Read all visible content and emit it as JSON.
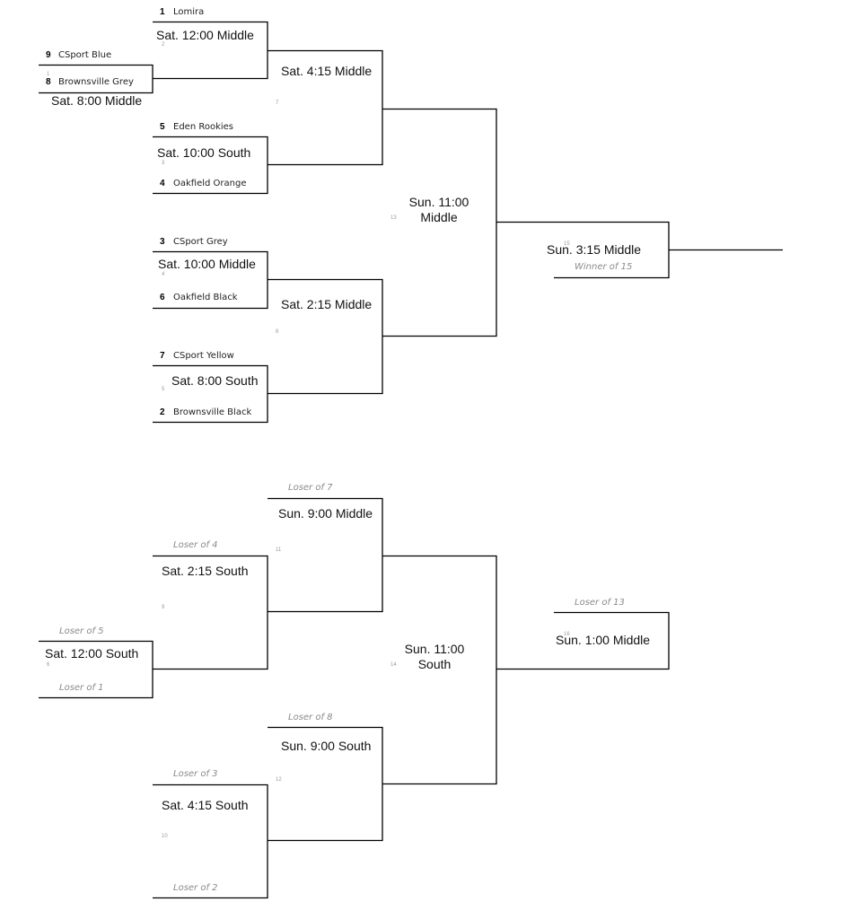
{
  "winners_bracket": {
    "teams": [
      {
        "seed": "1",
        "name": "Lomira"
      },
      {
        "seed": "9",
        "name": "CSport Blue"
      },
      {
        "seed": "8",
        "name": "Brownsville Grey"
      },
      {
        "seed": "5",
        "name": "Eden Rookies"
      },
      {
        "seed": "4",
        "name": "Oakfield Orange"
      },
      {
        "seed": "3",
        "name": "CSport Grey"
      },
      {
        "seed": "6",
        "name": "Oakfield Black"
      },
      {
        "seed": "7",
        "name": "CSport Yellow"
      },
      {
        "seed": "2",
        "name": "Brownsville Black"
      }
    ],
    "games": [
      {
        "num": "1",
        "label": "Sat. 8:00 Middle"
      },
      {
        "num": "2",
        "label": "Sat. 12:00 Middle"
      },
      {
        "num": "3",
        "label": "Sat. 10:00 South"
      },
      {
        "num": "4",
        "label": "Sat. 10:00 Middle"
      },
      {
        "num": "5",
        "label": "Sat. 8:00 South"
      },
      {
        "num": "7",
        "label": "Sat. 4:15 Middle"
      },
      {
        "num": "8",
        "label": "Sat. 2:15 Middle"
      },
      {
        "num": "13",
        "label_line1": "Sun. 11:00",
        "label_line2": "Middle"
      },
      {
        "num": "15",
        "label": "Sun. 3:15 Middle"
      }
    ],
    "winner_of_15": "Winner of 15"
  },
  "consolation_bracket": {
    "placeholders": {
      "loser_of_7": "Loser of 7",
      "loser_of_4": "Loser of 4",
      "loser_of_5": "Loser of 5",
      "loser_of_1": "Loser of 1",
      "loser_of_8": "Loser of 8",
      "loser_of_3": "Loser of 3",
      "loser_of_2": "Loser of 2",
      "loser_of_13": "Loser of 13"
    },
    "games": [
      {
        "num": "6",
        "label": "Sat. 12:00 South"
      },
      {
        "num": "9",
        "label": "Sat. 2:15 South"
      },
      {
        "num": "10",
        "label": "Sat. 4:15 South"
      },
      {
        "num": "11",
        "label": "Sun. 9:00 Middle"
      },
      {
        "num": "12",
        "label": "Sun. 9:00 South"
      },
      {
        "num": "14",
        "label_line1": "Sun. 11:00",
        "label_line2": "South"
      },
      {
        "num": "16",
        "label": "Sun. 1:00 Middle"
      }
    ]
  }
}
